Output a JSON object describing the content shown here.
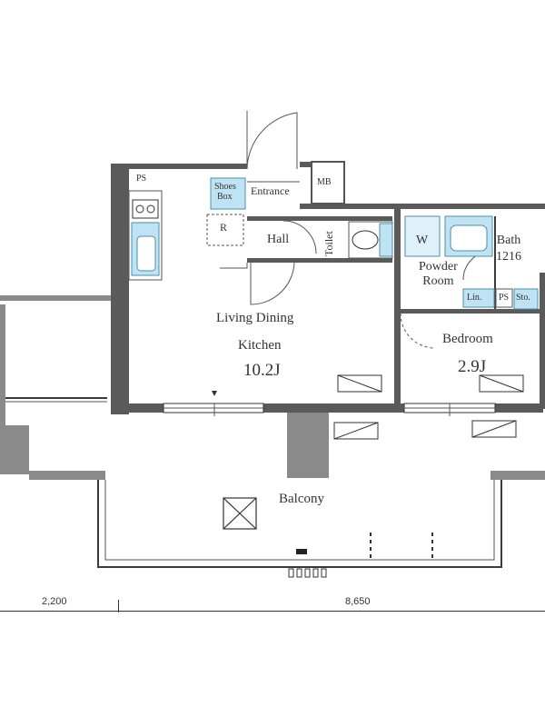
{
  "rooms": {
    "ldk_line1": "Living Dining",
    "ldk_line2": "Kitchen",
    "ldk_area": "10.2J",
    "bedroom": "Bedroom",
    "bedroom_area": "2.9J",
    "balcony": "Balcony",
    "hall": "Hall",
    "toilet": "Toilet",
    "entrance": "Entrance",
    "shoes_line1": "Shoes",
    "shoes_line2": "Box",
    "mb": "MB",
    "ps_top": "PS",
    "ps_small": "PS",
    "r": "R",
    "w": "W",
    "powder_line1": "Powder",
    "powder_line2": "Room",
    "bath_line1": "Bath",
    "bath_line2": "1216",
    "lin": "Lin.",
    "sto": "Sto."
  },
  "dimensions": {
    "left": "2,200",
    "right": "8,650"
  }
}
